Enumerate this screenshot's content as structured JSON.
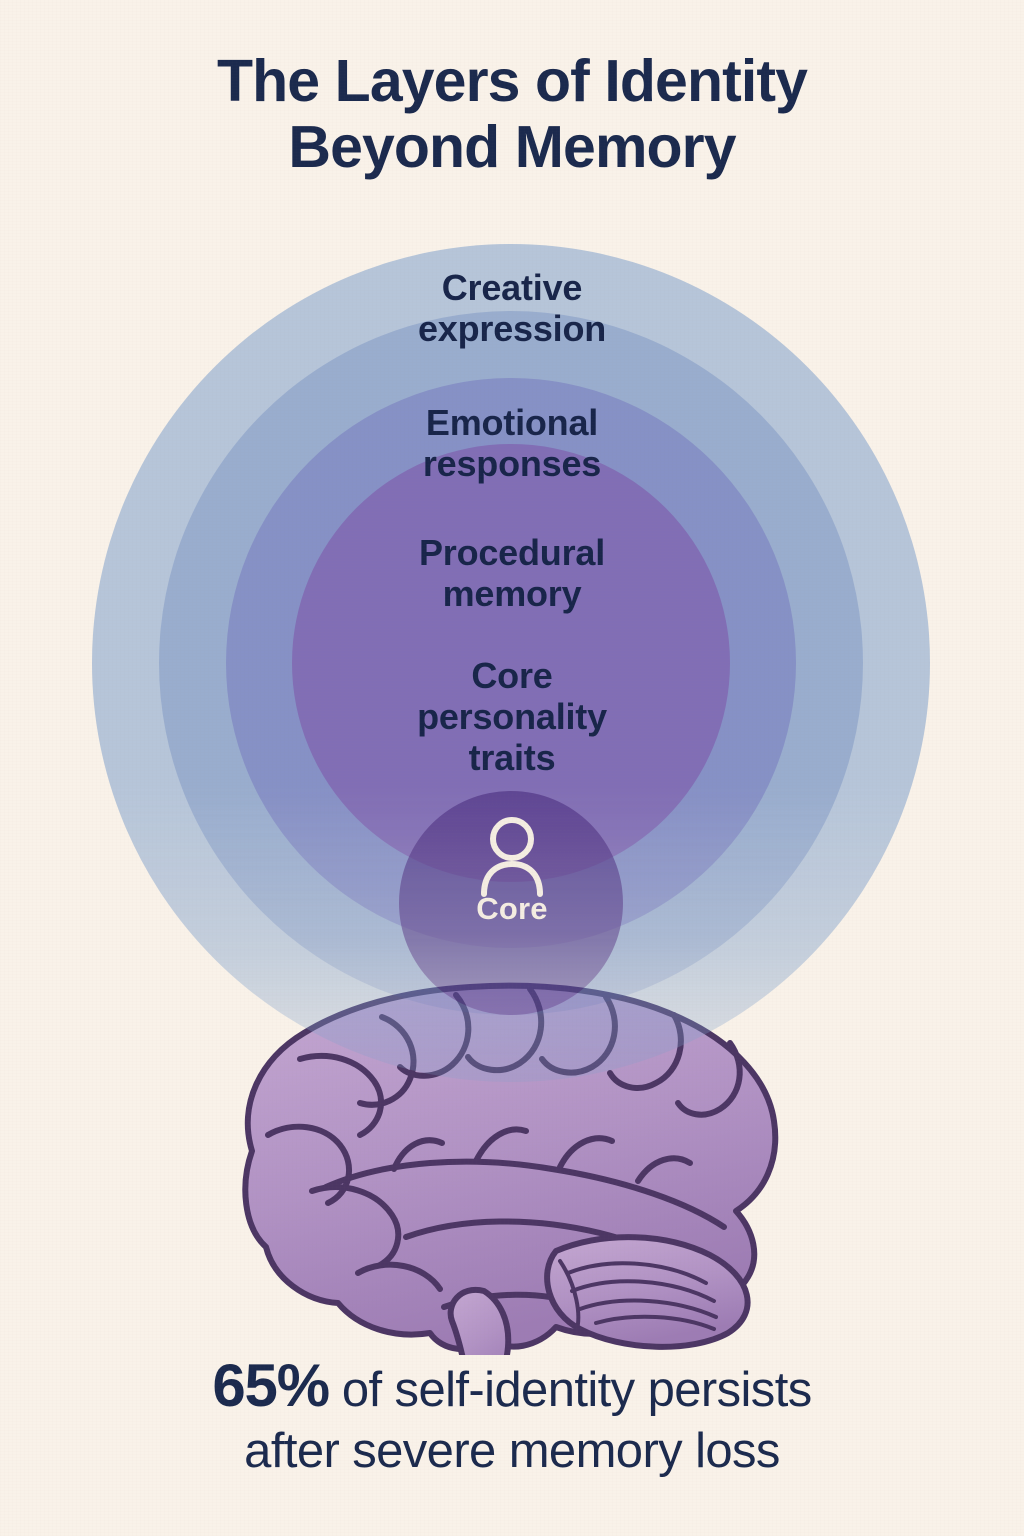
{
  "page": {
    "background_color": "#f9f2e9",
    "text_color": "#1b2a4e"
  },
  "header": {
    "title": "The Layers of Identity\nBeyond Memory"
  },
  "diagram": {
    "type": "concentric-circles",
    "description": "Nested translucent circles layered over an illustration of a human brain",
    "layers": [
      {
        "label": "Creative\nexpression",
        "color": "#a9c0de",
        "order": 1
      },
      {
        "label": "Emotional\nresponses",
        "color": "#8fa4cd",
        "order": 2
      },
      {
        "label": "Procedural\nmemory",
        "color": "#8b89c4",
        "order": 3
      },
      {
        "label": "Core\npersonality\ntraits",
        "color": "#9a6fb0",
        "order": 4
      },
      {
        "label": "Core",
        "color": "#5f3f8c",
        "order": 5,
        "icon": "person-icon",
        "label_color": "#f4ede2"
      }
    ],
    "brain": {
      "icon": "brain-illustration",
      "fill_color": "#b596c5",
      "outline_color": "#4c3664"
    }
  },
  "footer": {
    "stat_value": "65%",
    "stat_text_line1": " of self-identity persists",
    "stat_text_line2": "after severe memory loss"
  }
}
